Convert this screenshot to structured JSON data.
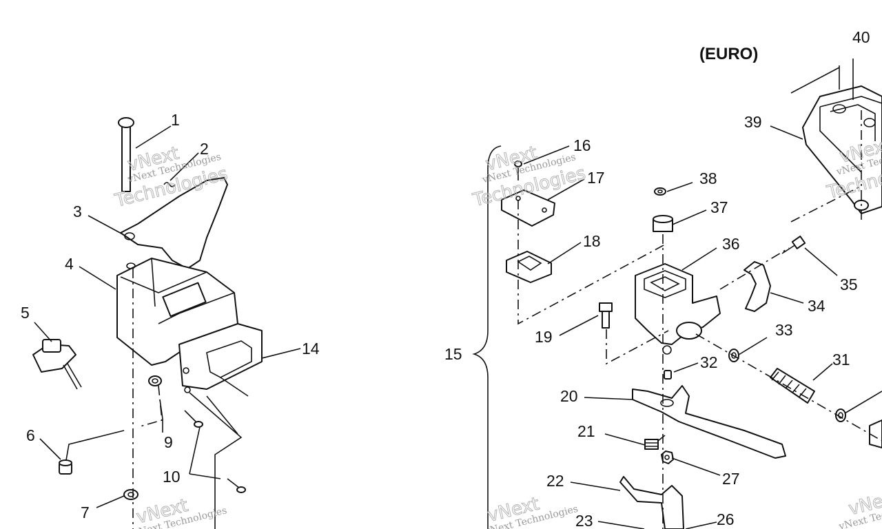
{
  "variant_label": "(EURO)",
  "watermark": {
    "line1": "vNext Technologies",
    "line2": "vNext",
    "line3": "Technologies"
  },
  "callouts": {
    "p1": "1",
    "p2": "2",
    "p3": "3",
    "p4": "4",
    "p5": "5",
    "p6": "6",
    "p7": "7",
    "p9": "9",
    "p10": "10",
    "p14": "14",
    "p15": "15",
    "p16": "16",
    "p17": "17",
    "p18": "18",
    "p19": "19",
    "p20": "20",
    "p21": "21",
    "p22": "22",
    "p23": "23",
    "p26": "26",
    "p27": "27",
    "p31": "31",
    "p32": "32",
    "p33": "33",
    "p34": "34",
    "p35": "35",
    "p36": "36",
    "p37": "37",
    "p38": "38",
    "p39": "39",
    "p40": "40"
  }
}
